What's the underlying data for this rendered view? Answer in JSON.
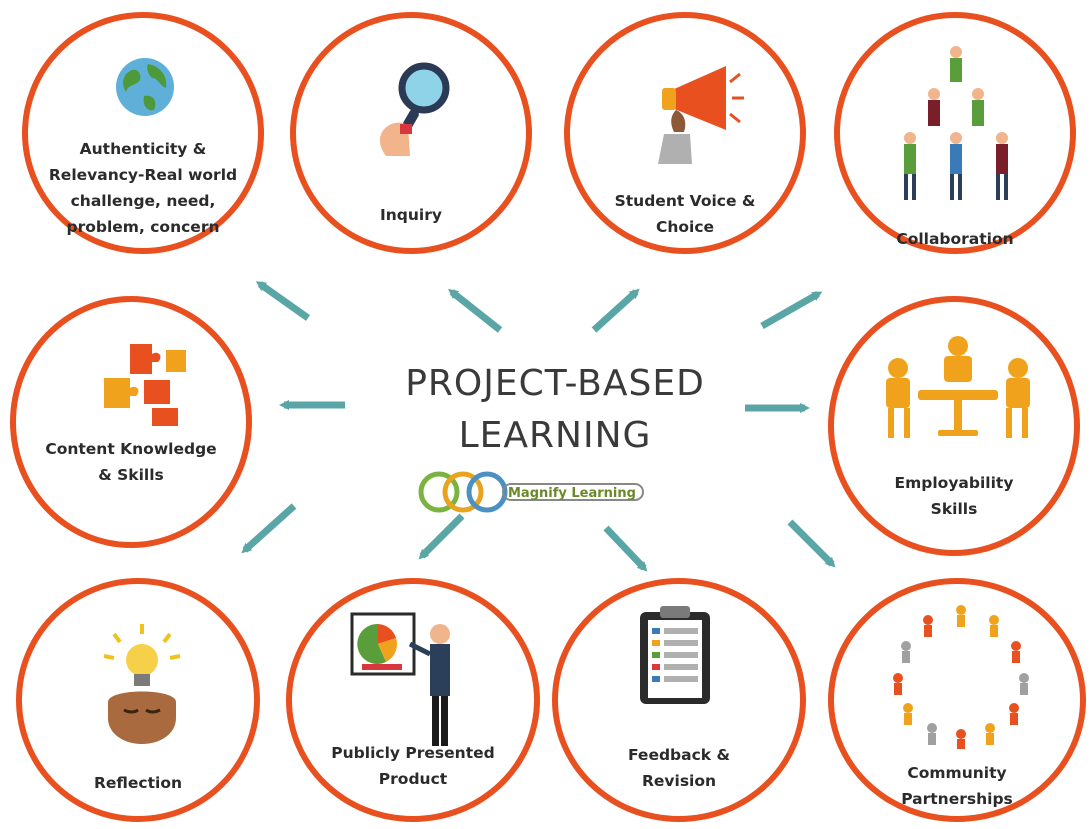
{
  "title": {
    "line1": "PROJECT-BASED",
    "line2": "LEARNING"
  },
  "logo_text": "Magnify Learning",
  "colors": {
    "ring": "#e8511f",
    "arrow": "#5aa6a6",
    "text": "#2b2b2b"
  },
  "nodes": {
    "authenticity": {
      "label": "Authenticity &\nRelevancy-Real world\nchallenge, need,\nproblem, concern",
      "icon": "globe-icon"
    },
    "inquiry": {
      "label": "Inquiry",
      "icon": "magnifying-glass-icon"
    },
    "student_voice": {
      "label": "Student Voice &\nChoice",
      "icon": "megaphone-icon"
    },
    "collaboration": {
      "label": "Collaboration",
      "icon": "people-pyramid-icon"
    },
    "content_knowledge": {
      "label": "Content Knowledge\n& Skills",
      "icon": "puzzle-icon"
    },
    "employability": {
      "label": "Employability\nSkills",
      "icon": "meeting-table-icon"
    },
    "reflection": {
      "label": "Reflection",
      "icon": "lightbulb-head-icon"
    },
    "publicly_presented": {
      "label": "Publicly Presented\nProduct",
      "icon": "presenter-icon"
    },
    "feedback": {
      "label": "Feedback &\nRevision",
      "icon": "clipboard-icon"
    },
    "community": {
      "label": "Community\nPartnerships",
      "icon": "people-circle-icon"
    }
  }
}
